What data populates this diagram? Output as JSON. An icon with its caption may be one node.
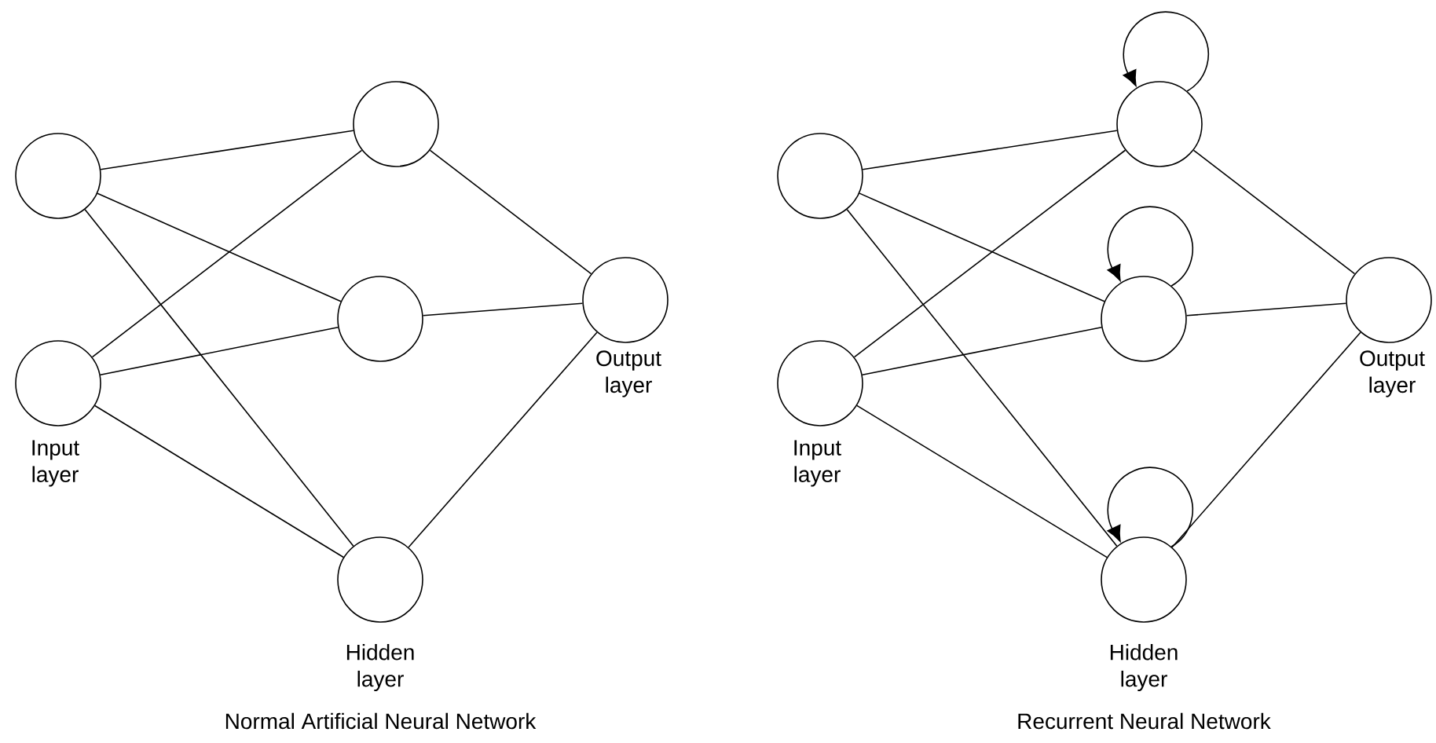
{
  "diagram": {
    "nodes": [
      {
        "text": [],
        "shape": "circle"
      },
      {
        "text": [],
        "shape": "circle",
        "beside": [
          "Input layer"
        ]
      },
      {
        "text": [],
        "shape": "circle"
      },
      {
        "text": [],
        "shape": "circle"
      },
      {
        "text": [],
        "shape": "circle",
        "beside": [
          "Hidden layer"
        ]
      },
      {
        "text": [],
        "shape": "circle",
        "beside": [
          "Output layer"
        ]
      },
      {
        "text": [],
        "shape": "circle"
      },
      {
        "text": [],
        "shape": "circle",
        "beside": [
          "Input layer"
        ]
      },
      {
        "text": [],
        "shape": "circle"
      },
      {
        "text": [],
        "shape": "circle"
      },
      {
        "text": [],
        "shape": "circle",
        "beside": [
          "Hidden layer"
        ]
      },
      {
        "text": [],
        "shape": "circle",
        "beside": [
          "Output layer"
        ]
      }
    ],
    "edges": [
      {
        "from": 0,
        "to": 2,
        "arrow": "none"
      },
      {
        "from": 0,
        "to": 3,
        "arrow": "none"
      },
      {
        "from": 0,
        "to": 4,
        "arrow": "none"
      },
      {
        "from": 1,
        "to": 2,
        "arrow": "none"
      },
      {
        "from": 1,
        "to": 3,
        "arrow": "none"
      },
      {
        "from": 1,
        "to": 4,
        "arrow": "none"
      },
      {
        "from": 2,
        "to": 5,
        "arrow": "none"
      },
      {
        "from": 3,
        "to": 5,
        "arrow": "none"
      },
      {
        "from": 4,
        "to": 5,
        "arrow": "none"
      },
      {
        "from": 6,
        "to": 8,
        "arrow": "none"
      },
      {
        "from": 6,
        "to": 9,
        "arrow": "none"
      },
      {
        "from": 6,
        "to": 10,
        "arrow": "none"
      },
      {
        "from": 7,
        "to": 8,
        "arrow": "none"
      },
      {
        "from": 7,
        "to": 9,
        "arrow": "none"
      },
      {
        "from": 7,
        "to": 10,
        "arrow": "none"
      },
      {
        "from": 8,
        "to": 11,
        "arrow": "none"
      },
      {
        "from": 9,
        "to": 11,
        "arrow": "none"
      },
      {
        "from": 10,
        "to": 11,
        "arrow": "none"
      },
      {
        "from": 8,
        "to": 8,
        "arrow": "to"
      },
      {
        "from": 9,
        "to": 9,
        "arrow": "to"
      },
      {
        "from": 10,
        "to": 10,
        "arrow": "to"
      }
    ],
    "labels": [
      "Normal Artificial Neural Network",
      "Recurrent Neural Network"
    ]
  }
}
